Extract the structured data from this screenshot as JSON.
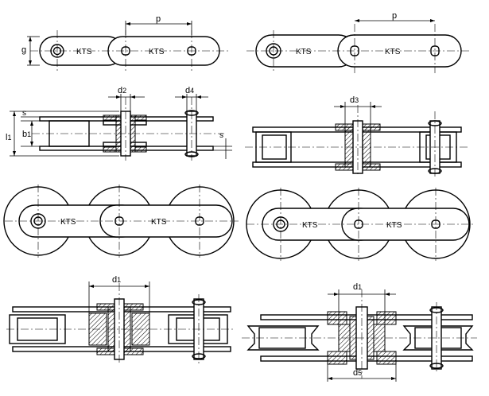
{
  "figure": {
    "link_mark": "KTS",
    "dimensions": {
      "pitch": "p",
      "plate_height": "g",
      "plate_thickness": "s",
      "inner_width": "b",
      "inner_width_sub": "1",
      "pin_length": "l",
      "pin_length_sub": "1",
      "pin_dia": "d",
      "pin_dia_sub": "2",
      "bush_dia": "d",
      "bush_dia_sub": "3",
      "outer_pin_dia": "d",
      "outer_pin_dia_sub": "4",
      "roller_dia": "d",
      "roller_dia_sub": "1",
      "flange_dia": "d",
      "flange_dia_sub": "5"
    }
  }
}
